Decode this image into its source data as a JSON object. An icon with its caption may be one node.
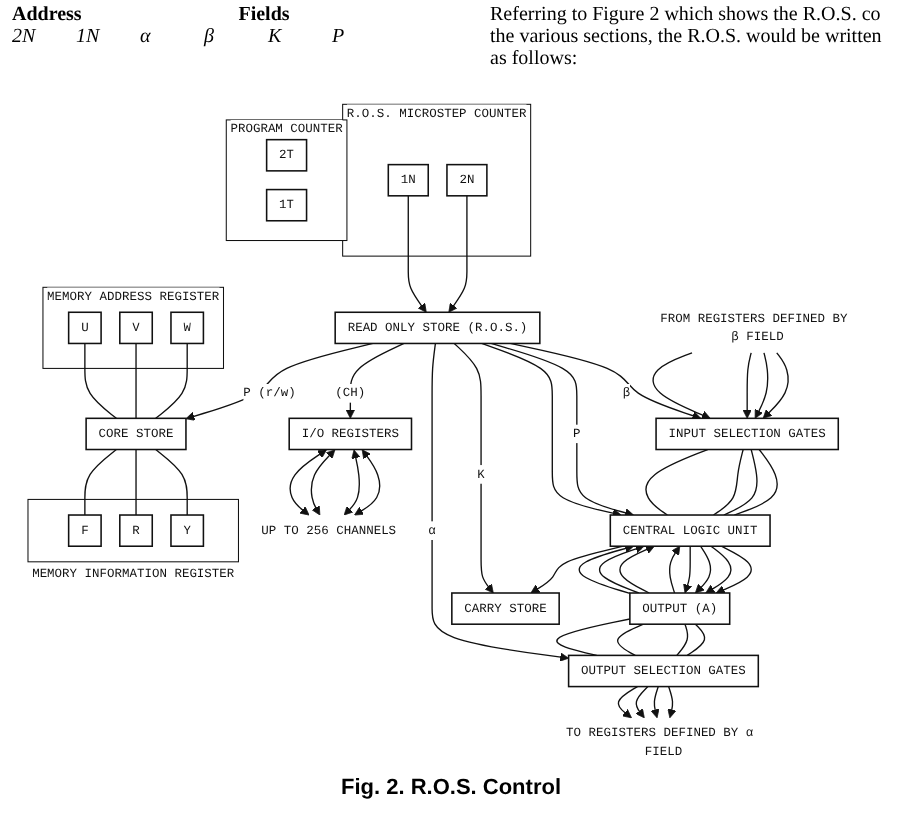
{
  "diagram": {
    "caption": "Fig. 2. R.O.S. Control",
    "nodes": [
      {
        "text": [
          "FROM REGISTERS DEFINED BY β FIELD"
        ]
      },
      {
        "text": [
          "INPUT SELECTION GATES"
        ]
      },
      {
        "text": [
          "CENTRAL LOGIC UNIT"
        ]
      },
      {
        "text": [
          "OUTPUT (A)"
        ]
      },
      {
        "text": [
          "CARRY STORE"
        ]
      },
      {
        "text": [
          "OUTPUT SELECTION GATES"
        ]
      },
      {
        "text": [
          "TO REGISTERS DEFINED BY α FIELD"
        ]
      },
      {
        "text": [
          "R.O.S. MICROSTEP COUNTER"
        ]
      },
      {
        "text": [
          "2N"
        ],
        "in": 7
      },
      {
        "text": [
          "1N"
        ],
        "in": 7
      },
      {
        "text": [
          "PROGRAM COUNTER"
        ]
      },
      {
        "text": [
          "2T"
        ],
        "in": 10
      },
      {
        "text": [
          "1T"
        ],
        "in": 10
      },
      {
        "text": [
          "MEMORY ADDRESS REGISTER"
        ]
      },
      {
        "text": [
          "W"
        ],
        "in": 13
      },
      {
        "text": [
          "V"
        ],
        "in": 13
      },
      {
        "text": [
          "U"
        ],
        "in": 13
      },
      {
        "text": [
          "READ ONLY STORE (R.O.S.)"
        ]
      },
      {
        "text": [
          "CORE STORE"
        ]
      },
      {
        "text": [
          "I/O REGISTERS"
        ]
      },
      {
        "text": [
          "UP TO 256 CHANNELS"
        ]
      },
      {
        "text": [
          "MEMORY INFORMATION REGISTER"
        ]
      },
      {
        "text": [
          "F"
        ],
        "in": 21
      },
      {
        "text": [
          "R"
        ],
        "in": 21
      },
      {
        "text": [
          "Y"
        ],
        "in": 21
      }
    ],
    "edges": [
      {
        "from": 0,
        "to": 1,
        "arrow": "to"
      },
      {
        "from": 0,
        "to": 1,
        "arrow": "to"
      },
      {
        "from": 0,
        "to": 1,
        "arrow": "to"
      },
      {
        "from": 0,
        "to": 1,
        "arrow": "to"
      },
      {
        "from": 1,
        "to": 2,
        "arrow": "none"
      },
      {
        "from": 1,
        "to": 2,
        "arrow": "none"
      },
      {
        "from": 1,
        "to": 2,
        "arrow": "none"
      },
      {
        "from": 1,
        "to": 2,
        "arrow": "none"
      },
      {
        "from": 2,
        "to": 3,
        "arrow": "to"
      },
      {
        "from": 2,
        "to": 3,
        "arrow": "to"
      },
      {
        "from": 2,
        "to": 3,
        "arrow": "to"
      },
      {
        "from": 2,
        "to": 3,
        "arrow": "to"
      },
      {
        "from": 3,
        "to": 5,
        "arrow": "none"
      },
      {
        "from": 3,
        "to": 5,
        "arrow": "none"
      },
      {
        "from": 3,
        "to": 5,
        "arrow": "none"
      },
      {
        "from": 3,
        "to": 5,
        "arrow": "none"
      },
      {
        "from": 3,
        "to": 2,
        "arrow": "to"
      },
      {
        "from": 3,
        "to": 2,
        "arrow": "to"
      },
      {
        "from": 3,
        "to": 2,
        "arrow": "to"
      },
      {
        "from": 3,
        "to": 2,
        "arrow": "to"
      },
      {
        "from": 2,
        "to": 4,
        "arrow": "to"
      },
      {
        "from": 5,
        "to": 6,
        "arrow": "to"
      },
      {
        "from": 5,
        "to": 6,
        "arrow": "to"
      },
      {
        "from": 5,
        "to": 6,
        "arrow": "to"
      },
      {
        "from": 5,
        "to": 6,
        "arrow": "to"
      },
      {
        "from": 8,
        "to": 17,
        "arrow": "to"
      },
      {
        "from": 9,
        "to": 17,
        "arrow": "to"
      },
      {
        "from": 17,
        "to": 1,
        "label": "β",
        "arrow": "to"
      },
      {
        "from": 17,
        "to": 2,
        "label": "P",
        "arrow": "to"
      },
      {
        "from": 17,
        "to": 2,
        "arrow": "to"
      },
      {
        "from": 17,
        "to": 4,
        "label": "K",
        "arrow": "to"
      },
      {
        "from": 17,
        "to": 5,
        "label": "α",
        "arrow": "to"
      },
      {
        "from": 17,
        "to": 18,
        "label": "P (r/w)",
        "arrow": "to"
      },
      {
        "from": 17,
        "to": 19,
        "label": "(CH)",
        "arrow": "to"
      },
      {
        "from": 14,
        "to": 18,
        "arrow": "none"
      },
      {
        "from": 15,
        "to": 18,
        "arrow": "none"
      },
      {
        "from": 16,
        "to": 18,
        "arrow": "none"
      },
      {
        "from": 18,
        "to": 22,
        "arrow": "none"
      },
      {
        "from": 18,
        "to": 23,
        "arrow": "none"
      },
      {
        "from": 18,
        "to": 24,
        "arrow": "none"
      },
      {
        "from": 19,
        "to": 20,
        "arrow": "both"
      },
      {
        "from": 19,
        "to": 20,
        "arrow": "both"
      },
      {
        "from": 19,
        "to": 20,
        "arrow": "both"
      },
      {
        "from": 19,
        "to": 20,
        "arrow": "both"
      }
    ],
    "labels": [
      "Address",
      "Fields",
      "2N",
      "1N",
      "α",
      "β",
      "K",
      "P",
      "Referring to Figure 2 which shows the R.O.S. co the various sections, the R.O.S. would be written as follows:"
    ]
  }
}
